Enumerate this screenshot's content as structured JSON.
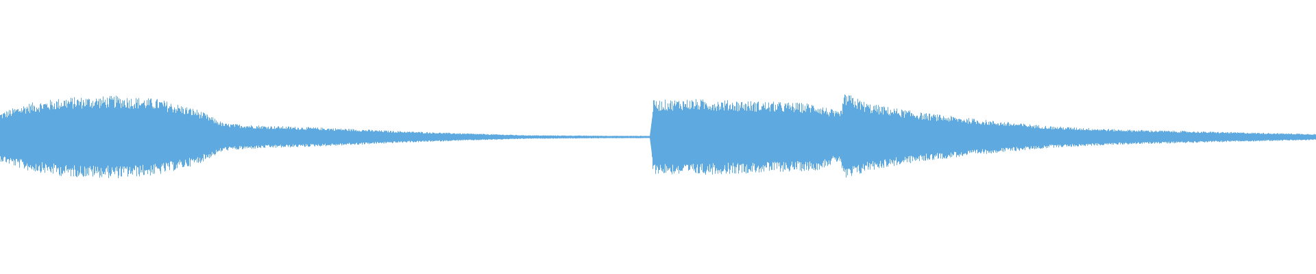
{
  "waveform": {
    "color": "#5ea9e0",
    "background": "#ffffff",
    "center_line_color": "#5ea9e0",
    "amplitude_segments": [
      {
        "position": 0.0,
        "amplitude": 0.16
      },
      {
        "position": 0.02,
        "amplitude": 0.22
      },
      {
        "position": 0.05,
        "amplitude": 0.26
      },
      {
        "position": 0.09,
        "amplitude": 0.27
      },
      {
        "position": 0.12,
        "amplitude": 0.25
      },
      {
        "position": 0.15,
        "amplitude": 0.18
      },
      {
        "position": 0.17,
        "amplitude": 0.09
      },
      {
        "position": 0.2,
        "amplitude": 0.075
      },
      {
        "position": 0.25,
        "amplitude": 0.06
      },
      {
        "position": 0.3,
        "amplitude": 0.04
      },
      {
        "position": 0.35,
        "amplitude": 0.025
      },
      {
        "position": 0.4,
        "amplitude": 0.012
      },
      {
        "position": 0.47,
        "amplitude": 0.008
      },
      {
        "position": 0.494,
        "amplitude": 0.008
      },
      {
        "position": 0.496,
        "amplitude": 0.24
      },
      {
        "position": 0.52,
        "amplitude": 0.25
      },
      {
        "position": 0.56,
        "amplitude": 0.24
      },
      {
        "position": 0.62,
        "amplitude": 0.22
      },
      {
        "position": 0.638,
        "amplitude": 0.16
      },
      {
        "position": 0.642,
        "amplitude": 0.29
      },
      {
        "position": 0.66,
        "amplitude": 0.22
      },
      {
        "position": 0.7,
        "amplitude": 0.16
      },
      {
        "position": 0.75,
        "amplitude": 0.11
      },
      {
        "position": 0.8,
        "amplitude": 0.07
      },
      {
        "position": 0.85,
        "amplitude": 0.05
      },
      {
        "position": 0.92,
        "amplitude": 0.035
      },
      {
        "position": 1.0,
        "amplitude": 0.02
      }
    ]
  }
}
